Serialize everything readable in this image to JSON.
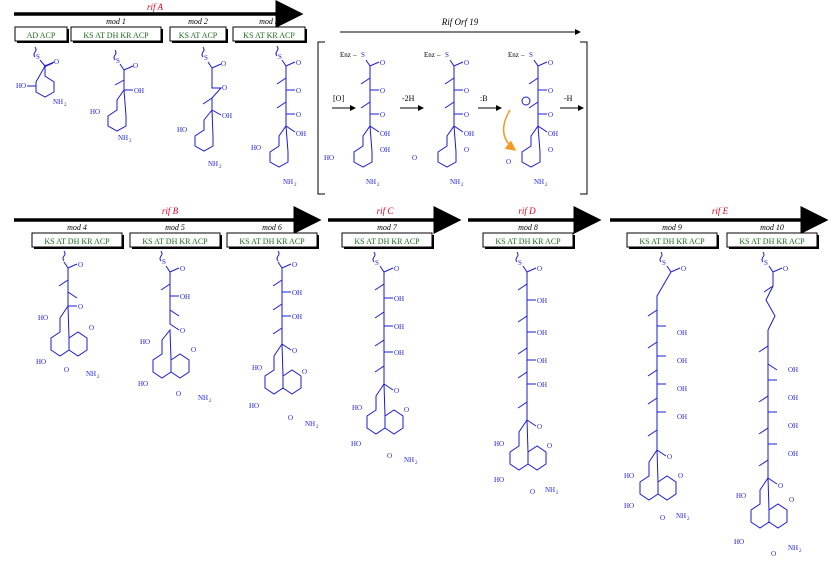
{
  "genes": {
    "A": {
      "label": "rif A"
    },
    "B": {
      "label": "rif B"
    },
    "C": {
      "label": "rif C"
    },
    "D": {
      "label": "rif D"
    },
    "E": {
      "label": "rif E"
    },
    "orf19": {
      "label": "Rif Orf 19"
    }
  },
  "modules": [
    {
      "mod": "",
      "domains": "AD ACP"
    },
    {
      "mod": "mod 1",
      "domains": "KS AT DH KR ACP"
    },
    {
      "mod": "mod 2",
      "domains": "KS AT ACP"
    },
    {
      "mod": "mod 3",
      "domains": "KS AT KR ACP"
    },
    {
      "mod": "mod 4",
      "domains": "KS AT DH KR ACP"
    },
    {
      "mod": "mod 5",
      "domains": "KS AT DH KR ACP"
    },
    {
      "mod": "mod 6",
      "domains": "KS AT DH KR ACP"
    },
    {
      "mod": "mod 7",
      "domains": "KS AT DH KR ACP"
    },
    {
      "mod": "mod 8",
      "domains": "KS AT DH KR ACP"
    },
    {
      "mod": "mod 9",
      "domains": "KS AT DH KR ACP"
    },
    {
      "mod": "mod 10",
      "domains": "KS AT DH KR ACP"
    }
  ],
  "steps": {
    "s1": "[O]",
    "s2": "-2H",
    "s3": ":B",
    "s4": "-H"
  },
  "atoms": {
    "S": "S",
    "O": "O",
    "OH": "OH",
    "HO": "HO",
    "NH2": "NH",
    "sub2": "2",
    "enz": "Enz",
    "minus": "–"
  },
  "colors": {
    "gene": "#e8001c",
    "domain": "#1a6b1a",
    "chem": "#1a1ad6",
    "curved_arrow": "#f39a1f"
  }
}
